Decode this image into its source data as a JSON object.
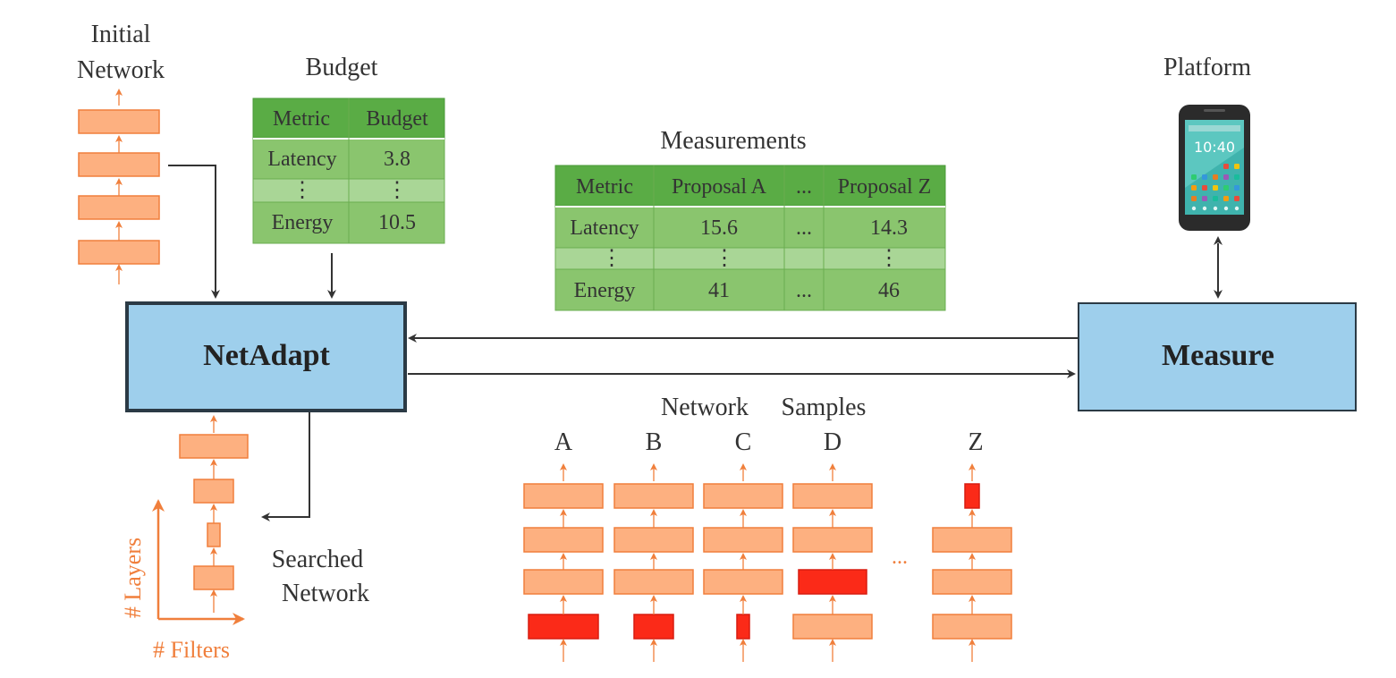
{
  "initial_network": {
    "label_line1": "Initial",
    "label_line2": "Network"
  },
  "budget": {
    "title": "Budget",
    "headers": [
      "Metric",
      "Budget"
    ],
    "rows": [
      [
        "Latency",
        "3.8"
      ],
      [
        "⋮",
        "⋮"
      ],
      [
        "Energy",
        "10.5"
      ]
    ]
  },
  "measurements": {
    "title": "Measurements",
    "headers": [
      "Metric",
      "Proposal A",
      "...",
      "Proposal Z"
    ],
    "rows": [
      [
        "Latency",
        "15.6",
        "...",
        "14.3"
      ],
      [
        "⋮",
        "⋮",
        "",
        "⋮"
      ],
      [
        "Energy",
        "41",
        "...",
        "46"
      ]
    ]
  },
  "platform": {
    "label": "Platform",
    "phone_time": "10:40"
  },
  "netadapt": {
    "label": "NetAdapt"
  },
  "measure": {
    "label": "Measure"
  },
  "network_samples": {
    "title_word1": "Network",
    "title_word2": "Samples",
    "columns": [
      "A",
      "B",
      "C",
      "D",
      "Z"
    ],
    "ellipsis": "..."
  },
  "searched_network": {
    "label_line1": "Searched",
    "label_line2": "Network"
  },
  "axes": {
    "y_label": "# Layers",
    "x_label": "# Filters"
  },
  "colors": {
    "layer_fill": "#fdb080",
    "layer_stroke": "#f07f3c",
    "modified_fill": "#fb2a18",
    "table_header": "#5aac45",
    "table_row": "#8ac56e",
    "table_sep_row": "#a9d696",
    "box_fill": "#9ecfec",
    "box_stroke": "#2b3a45",
    "arrow": "#333333"
  }
}
